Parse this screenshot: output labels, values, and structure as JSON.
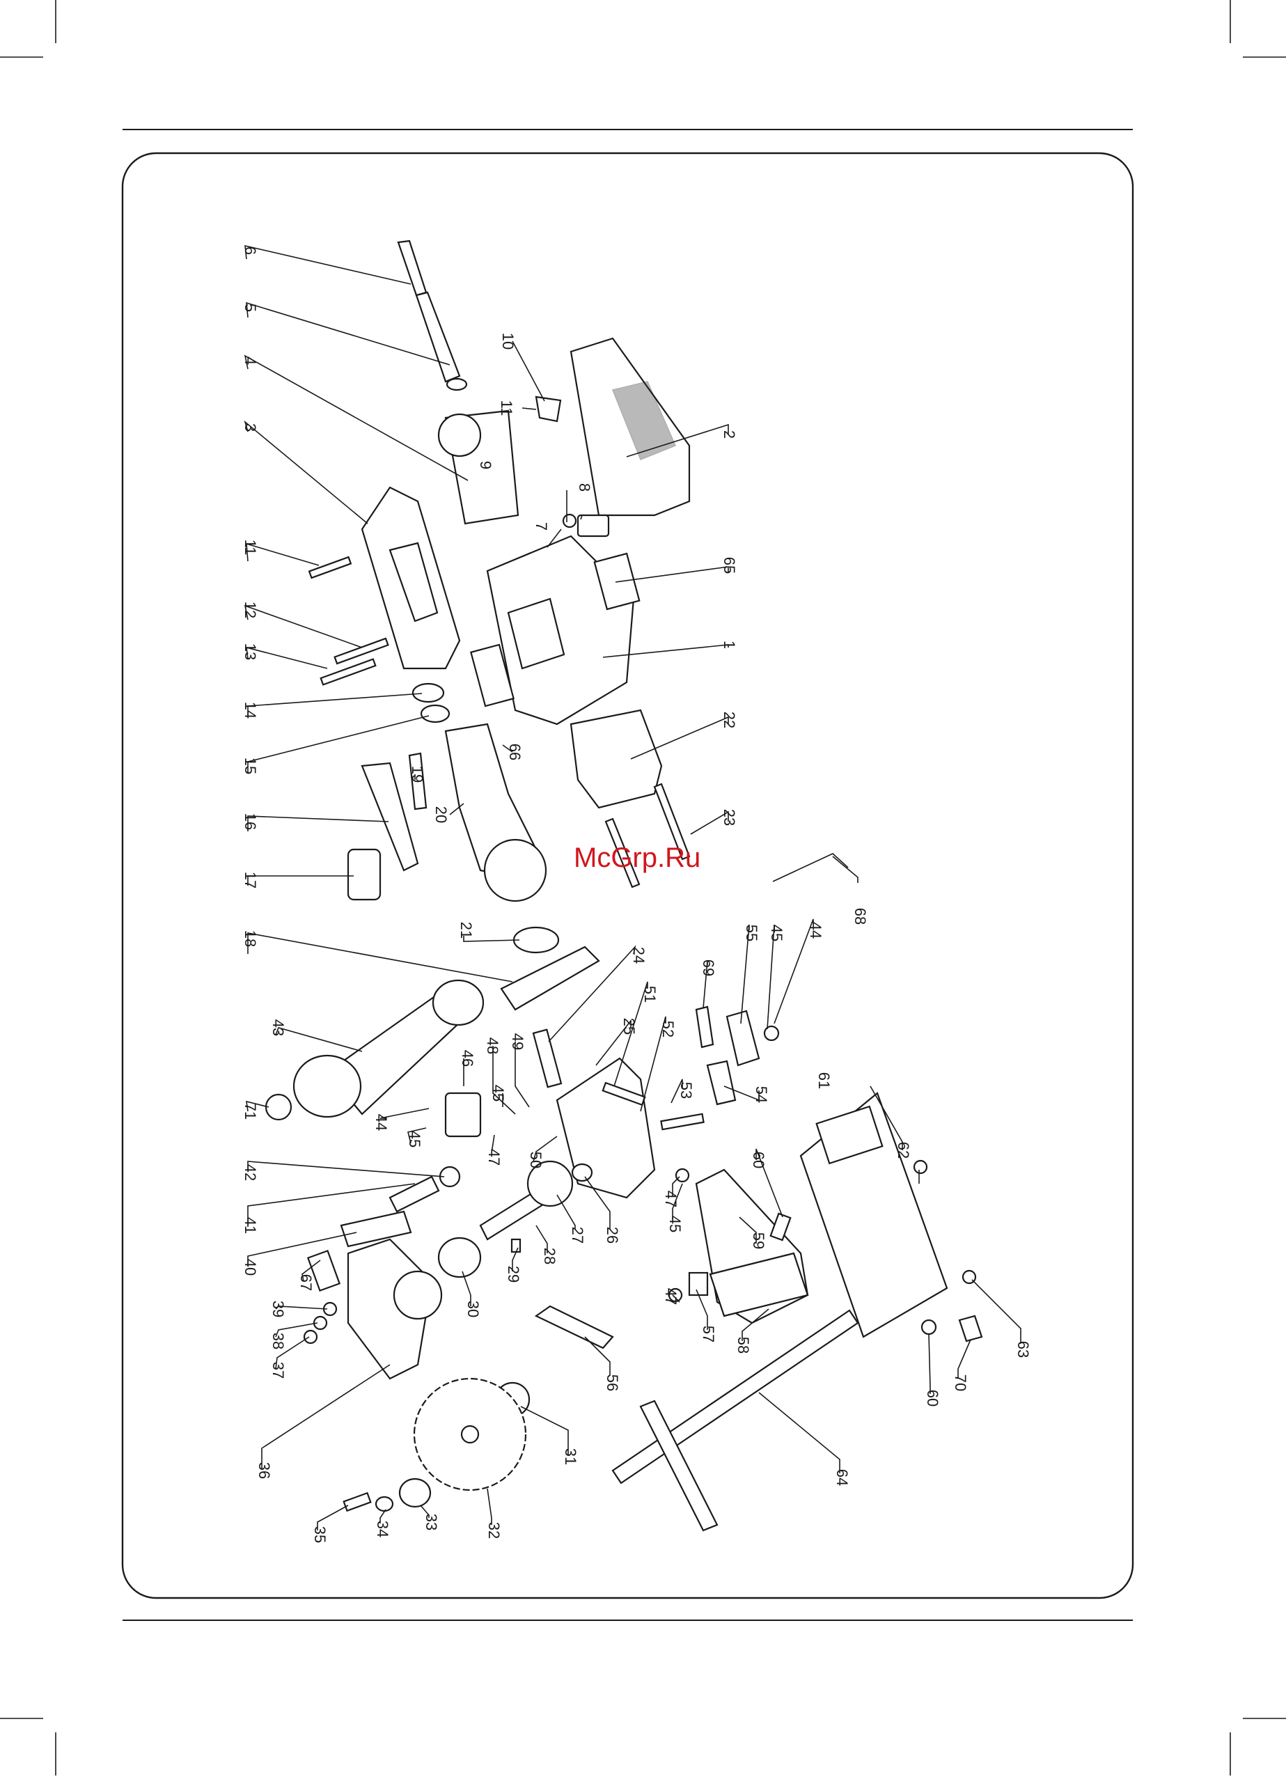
{
  "watermark": "McGrp.Ru",
  "footer_note": "",
  "colors": {
    "ink": "#1a1a1a",
    "watermark": "#d0161b",
    "frame": "#1a1a1a"
  },
  "part_labels": [
    "1",
    "2",
    "3",
    "4",
    "5",
    "6",
    "7",
    "8",
    "9",
    "10",
    "11",
    "12",
    "13",
    "14",
    "15",
    "16",
    "17",
    "18",
    "19",
    "20",
    "21",
    "22",
    "23",
    "24",
    "25",
    "26",
    "27",
    "28",
    "29",
    "30",
    "31",
    "32",
    "33",
    "34",
    "35",
    "36",
    "37",
    "38",
    "39",
    "40",
    "41",
    "42",
    "43",
    "44",
    "45",
    "46",
    "47",
    "48",
    "49",
    "50",
    "51",
    "52",
    "53",
    "54",
    "55",
    "56",
    "57",
    "58",
    "59",
    "60",
    "61",
    "62",
    "63",
    "64",
    "65",
    "66",
    "67",
    "68",
    "69",
    "70",
    "71"
  ],
  "callouts": [
    {
      "t": "6"
    },
    {
      "t": "5"
    },
    {
      "t": "4"
    },
    {
      "t": "3"
    },
    {
      "t": "11"
    },
    {
      "t": "12"
    },
    {
      "t": "13"
    },
    {
      "t": "14"
    },
    {
      "t": "15"
    },
    {
      "t": "16"
    },
    {
      "t": "17"
    },
    {
      "t": "18"
    },
    {
      "t": "19"
    },
    {
      "t": "20"
    },
    {
      "t": "21"
    },
    {
      "t": "10"
    },
    {
      "t": "11"
    },
    {
      "t": "9"
    },
    {
      "t": "8"
    },
    {
      "t": "7"
    },
    {
      "t": "2"
    },
    {
      "t": "65"
    },
    {
      "t": "1"
    },
    {
      "t": "22"
    },
    {
      "t": "66"
    },
    {
      "t": "23"
    },
    {
      "t": "68"
    },
    {
      "t": "43"
    },
    {
      "t": "71"
    },
    {
      "t": "44"
    },
    {
      "t": "45"
    },
    {
      "t": "46"
    },
    {
      "t": "48"
    },
    {
      "t": "45"
    },
    {
      "t": "49"
    },
    {
      "t": "47"
    },
    {
      "t": "50"
    },
    {
      "t": "24"
    },
    {
      "t": "25"
    },
    {
      "t": "51"
    },
    {
      "t": "52"
    },
    {
      "t": "53"
    },
    {
      "t": "69"
    },
    {
      "t": "54"
    },
    {
      "t": "55"
    },
    {
      "t": "45"
    },
    {
      "t": "44"
    },
    {
      "t": "42"
    },
    {
      "t": "41"
    },
    {
      "t": "40"
    },
    {
      "t": "67"
    },
    {
      "t": "39"
    },
    {
      "t": "38"
    },
    {
      "t": "37"
    },
    {
      "t": "36"
    },
    {
      "t": "29"
    },
    {
      "t": "28"
    },
    {
      "t": "27"
    },
    {
      "t": "26"
    },
    {
      "t": "30"
    },
    {
      "t": "47"
    },
    {
      "t": "45"
    },
    {
      "t": "59"
    },
    {
      "t": "60"
    },
    {
      "t": "61"
    },
    {
      "t": "62"
    },
    {
      "t": "47"
    },
    {
      "t": "57"
    },
    {
      "t": "58"
    },
    {
      "t": "56"
    },
    {
      "t": "31"
    },
    {
      "t": "32"
    },
    {
      "t": "33"
    },
    {
      "t": "34"
    },
    {
      "t": "35"
    },
    {
      "t": "64"
    },
    {
      "t": "60"
    },
    {
      "t": "70"
    },
    {
      "t": "63"
    }
  ]
}
